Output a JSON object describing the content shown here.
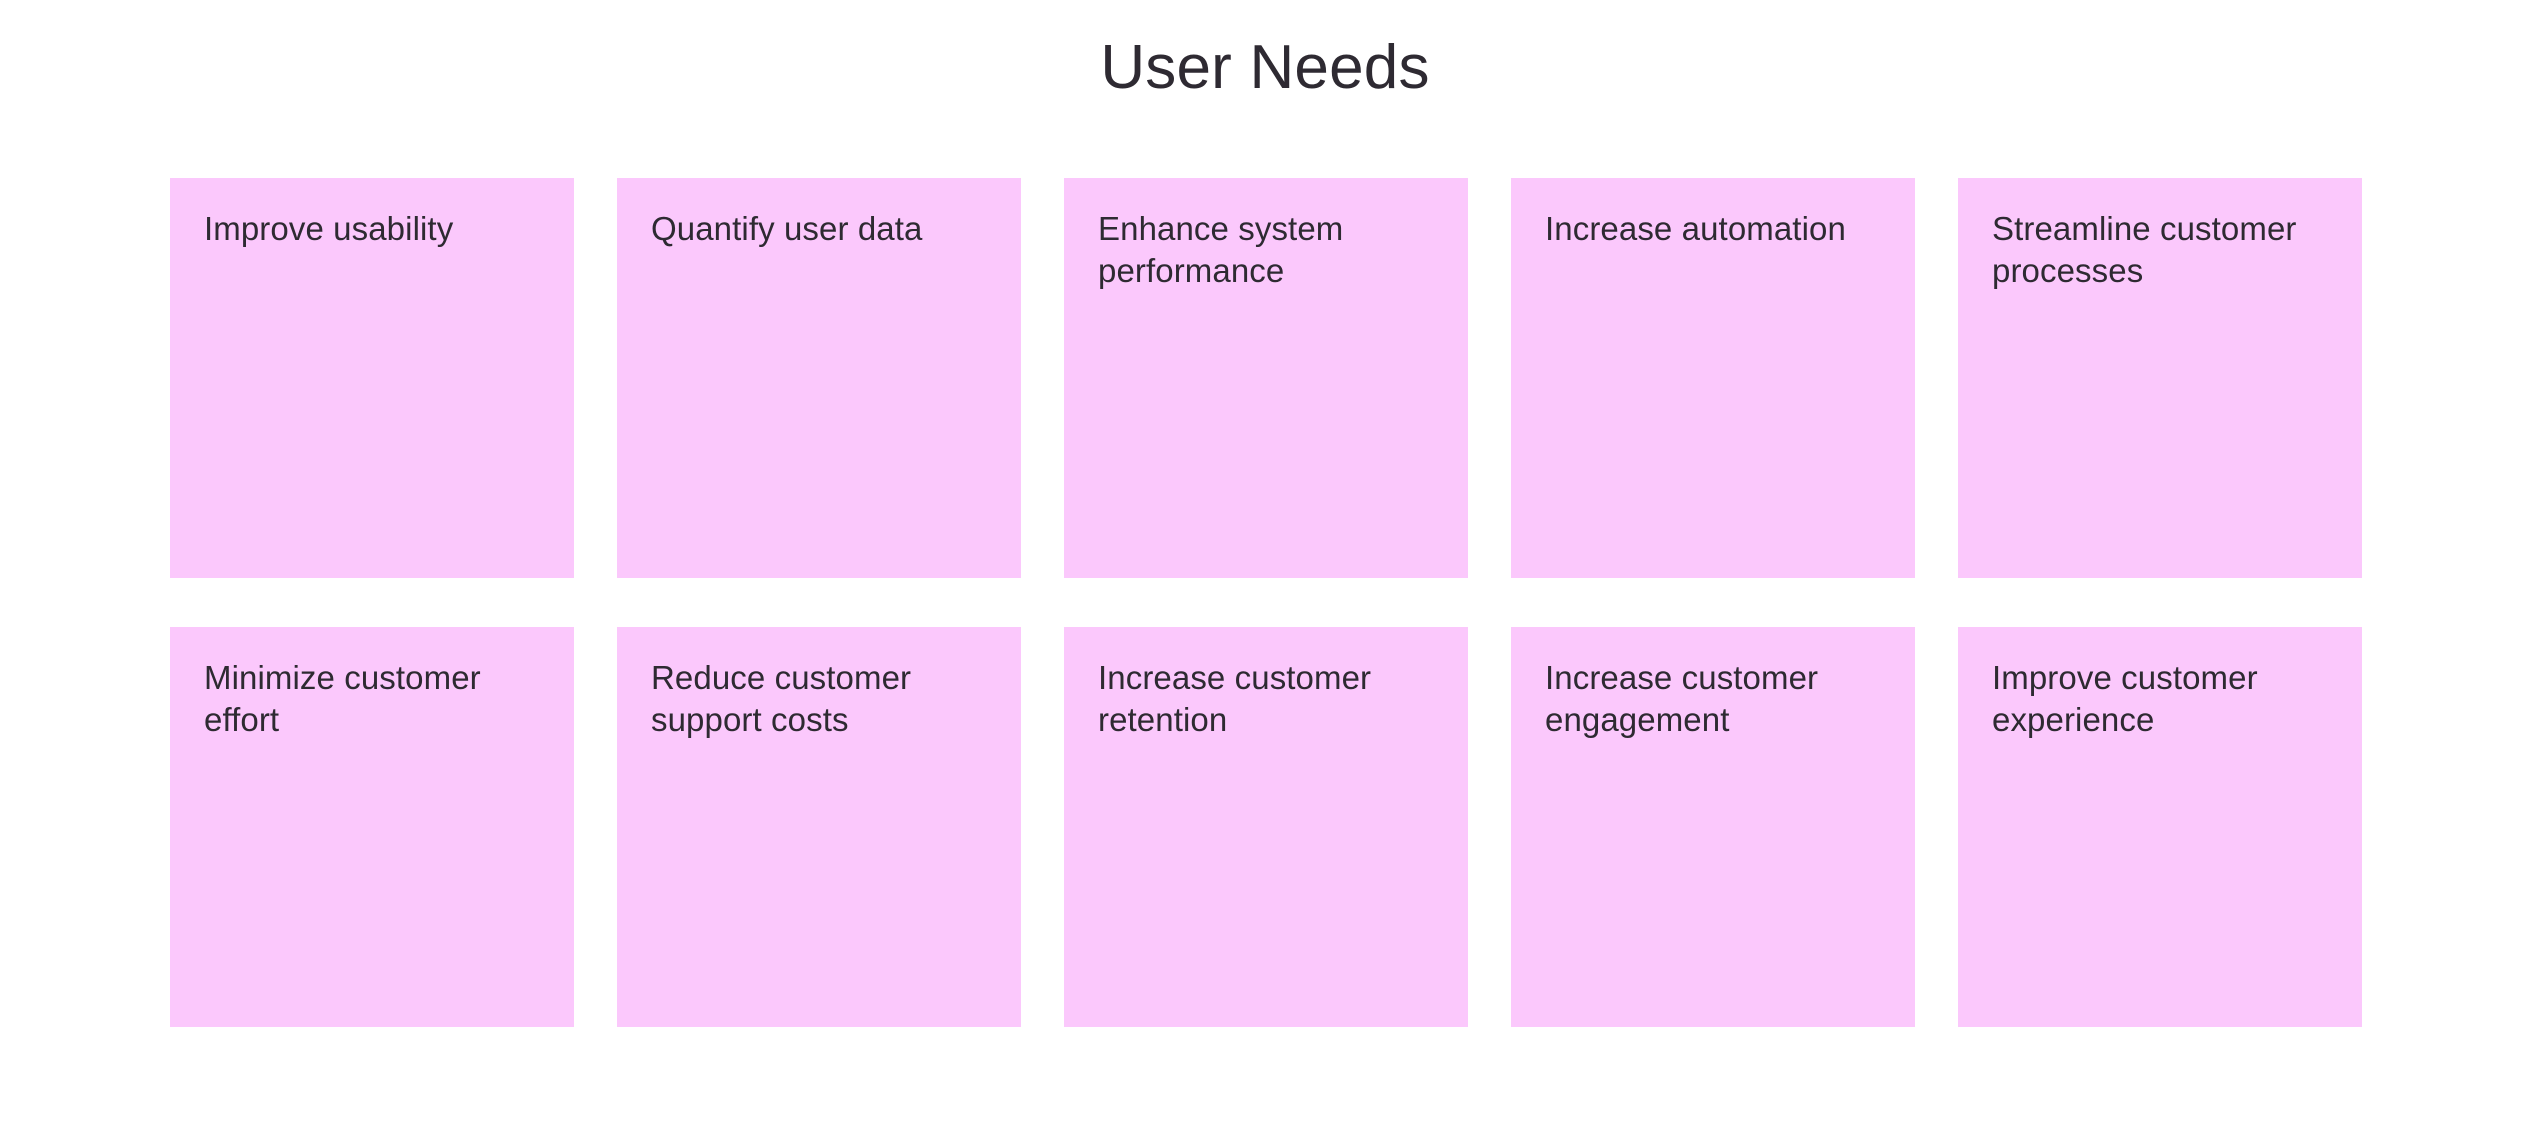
{
  "header": {
    "title": "User Needs"
  },
  "theme": {
    "background": "#ffffff",
    "card_background": "#fbc8fc",
    "text_color": "#2e2a32"
  },
  "board": {
    "columns": 5,
    "rows": 2,
    "cards": [
      {
        "label": "Improve usability"
      },
      {
        "label": "Quantify user data"
      },
      {
        "label": "Enhance system performance"
      },
      {
        "label": "Increase automation"
      },
      {
        "label": "Streamline customer processes"
      },
      {
        "label": "Minimize customer effort"
      },
      {
        "label": "Reduce customer support costs"
      },
      {
        "label": "Increase customer retention"
      },
      {
        "label": "Increase customer engagement"
      },
      {
        "label": "Improve customer experience"
      }
    ]
  }
}
